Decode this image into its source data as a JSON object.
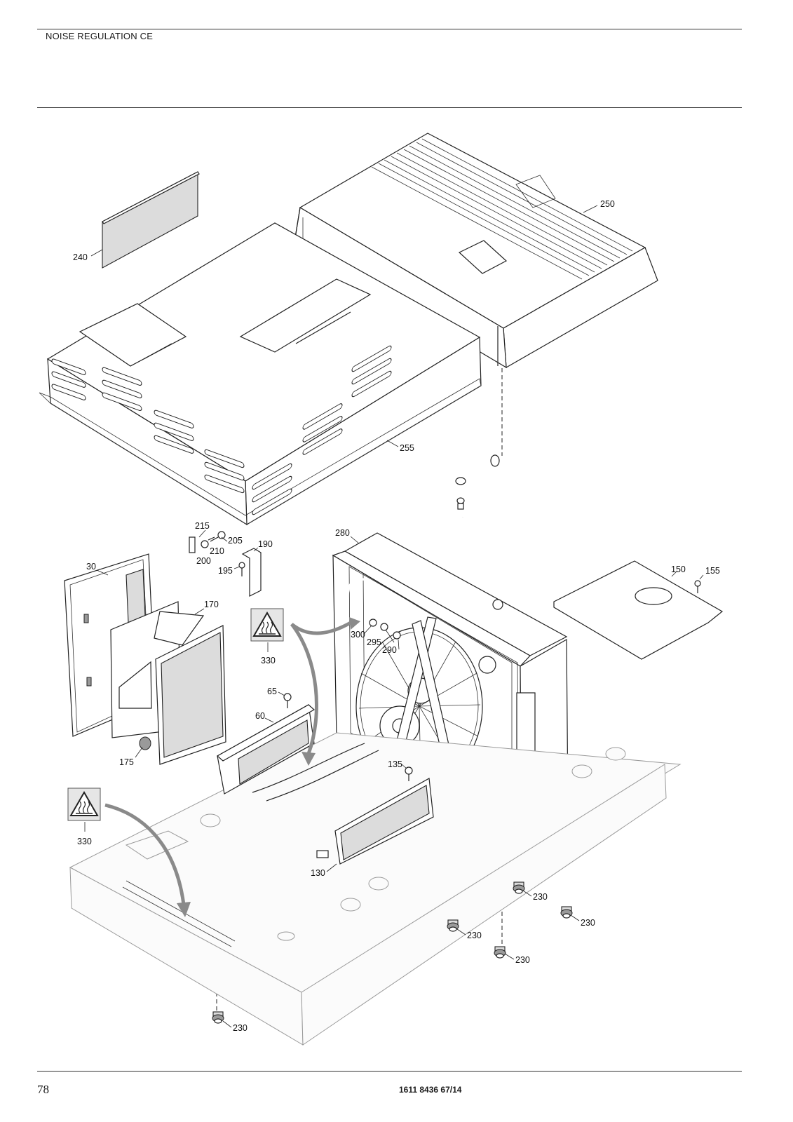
{
  "header": {
    "section_title": "NOISE REGULATION CE"
  },
  "footer": {
    "page_number": "78",
    "document_number": "1611 8436 67/14"
  },
  "diagram": {
    "warning_symbol": "hot-surface-warning-icon",
    "callouts": {
      "c240": "240",
      "c250": "250",
      "c255": "255",
      "c280": "280",
      "c215": "215",
      "c205": "205",
      "c210": "210",
      "c200": "200",
      "c190": "190",
      "c195": "195",
      "c150": "150",
      "c155": "155",
      "c30": "30",
      "c170": "170",
      "c300": "300",
      "c295": "295",
      "c290": "290",
      "c330a": "330",
      "c330b": "330",
      "c65": "65",
      "c60": "60",
      "c175": "175",
      "c135": "135",
      "c130": "130",
      "c230a": "230",
      "c230b": "230",
      "c230c": "230",
      "c230d": "230",
      "c230e": "230"
    }
  }
}
